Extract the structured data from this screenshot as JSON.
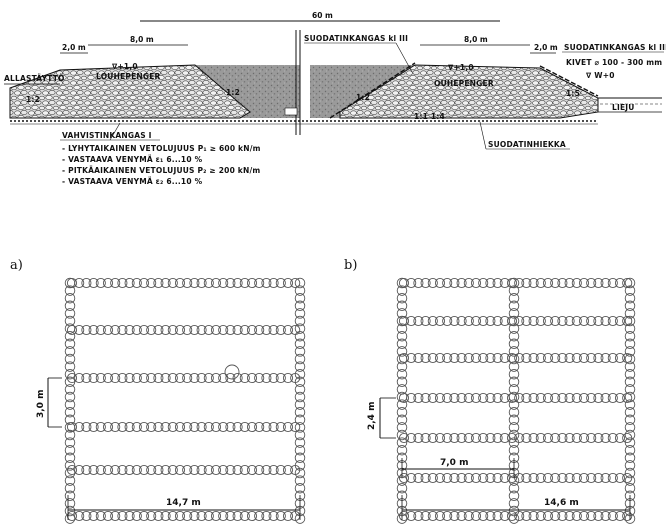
{
  "cross_section": {
    "total_width": "60 m",
    "left_bank_width": "8,0 m",
    "right_bank_width": "8,0 m",
    "left_shoulder": "2,0 m",
    "right_shoulder": "2,0 m",
    "left_level": "∇+1,0",
    "right_level": "∇+1,0",
    "water_level": "∇ W+0",
    "left_slope": "1:2",
    "left_slope_inner": "1:2",
    "right_slope_inner": "1:2",
    "right_slope_outer": "1:5",
    "bottom_note": "1:1 1:4",
    "left_fill": "ALLASTÄYTTÖ",
    "left_bank": "LOUHEPENGER",
    "right_bank": "OUHEPENGER",
    "filter_fabric_top": "SUODATINKANGAS kl III",
    "filter_fabric_right": "SUODATINKANGAS kl III",
    "stones": "KIVET ⌀ 100 - 300 mm",
    "mud": "LIEJU",
    "filter_sand": "SUODATINHIEKKA",
    "reinforcement_title": "VAHVISTINKANGAS I",
    "reinforcement_items": [
      "- LYHYTAIKAINEN VETOLUJUUS P₁ ≥ 600 kN/m",
      "- VASTAAVA VENYMÄ ε₁ 6...10 %",
      "- PITKÄAIKAINEN VETOLUJUUS P₂ ≥ 200 kN/m",
      "- VASTAAVA VENYMÄ ε₂ 6...10 %"
    ]
  },
  "panel_a": {
    "label": "a)",
    "spacing": "3,0 m",
    "width": "14,7 m"
  },
  "panel_b": {
    "label": "b)",
    "spacing": "2,4 m",
    "half_width": "7,0 m",
    "width": "14,6 m"
  },
  "colors": {
    "ink": "#111111",
    "fill_dark": "#8a8a8a",
    "rope": "#555555",
    "background": "#ffffff"
  }
}
